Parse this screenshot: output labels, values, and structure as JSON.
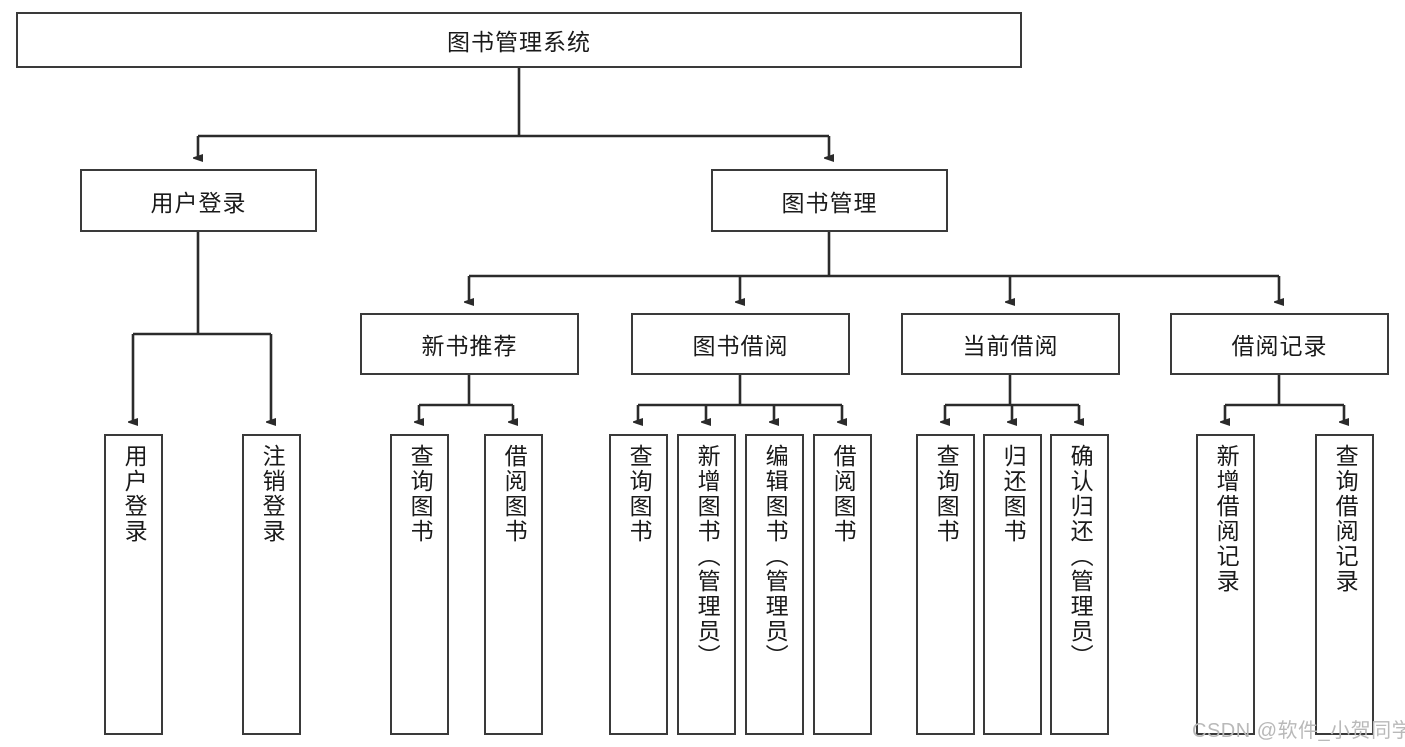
{
  "diagram": {
    "type": "tree",
    "title": "图书管理系统",
    "orientation": "top-down",
    "levels": 4,
    "root": {
      "id": "root",
      "label": "图书管理系统",
      "text_orientation": "horizontal"
    },
    "level2": [
      {
        "id": "user-login",
        "label": "用户登录",
        "text_orientation": "horizontal"
      },
      {
        "id": "book-management",
        "label": "图书管理",
        "text_orientation": "horizontal"
      }
    ],
    "level3": [
      {
        "id": "new-book-recommend",
        "label": "新书推荐",
        "parent": "book-management",
        "text_orientation": "horizontal"
      },
      {
        "id": "book-borrow",
        "label": "图书借阅",
        "parent": "book-management",
        "text_orientation": "horizontal"
      },
      {
        "id": "current-borrow",
        "label": "当前借阅",
        "parent": "book-management",
        "text_orientation": "horizontal"
      },
      {
        "id": "borrow-record",
        "label": "借阅记录",
        "parent": "book-management",
        "text_orientation": "horizontal"
      }
    ],
    "leaves": [
      {
        "id": "leaf-user-login",
        "label": "用户登录",
        "parent": "user-login",
        "text_orientation": "vertical"
      },
      {
        "id": "leaf-logout",
        "label": "注销登录",
        "parent": "user-login",
        "text_orientation": "vertical"
      },
      {
        "id": "leaf-query-book-1",
        "label": "查询图书",
        "parent": "new-book-recommend",
        "text_orientation": "vertical"
      },
      {
        "id": "leaf-borrow-book-1",
        "label": "借阅图书",
        "parent": "new-book-recommend",
        "text_orientation": "vertical"
      },
      {
        "id": "leaf-query-book-2",
        "label": "查询图书",
        "parent": "book-borrow",
        "text_orientation": "vertical"
      },
      {
        "id": "leaf-add-book",
        "label": "新增图书（管理员）",
        "parent": "book-borrow",
        "text_orientation": "vertical"
      },
      {
        "id": "leaf-edit-book",
        "label": "编辑图书（管理员）",
        "parent": "book-borrow",
        "text_orientation": "vertical"
      },
      {
        "id": "leaf-borrow-book-2",
        "label": "借阅图书",
        "parent": "book-borrow",
        "text_orientation": "vertical"
      },
      {
        "id": "leaf-query-book-3",
        "label": "查询图书",
        "parent": "current-borrow",
        "text_orientation": "vertical"
      },
      {
        "id": "leaf-return-book",
        "label": "归还图书",
        "parent": "current-borrow",
        "text_orientation": "vertical"
      },
      {
        "id": "leaf-confirm-return",
        "label": "确认归还（管理员）",
        "parent": "current-borrow",
        "text_orientation": "vertical"
      },
      {
        "id": "leaf-add-record",
        "label": "新增借阅记录",
        "parent": "borrow-record",
        "text_orientation": "vertical"
      },
      {
        "id": "leaf-query-record",
        "label": "查询借阅记录",
        "parent": "borrow-record",
        "text_orientation": "vertical"
      }
    ],
    "colors": {
      "box_border": "#3a3a3a",
      "box_fill": "#ffffff",
      "edge": "#2b2b2b",
      "text": "#1a1a1a",
      "watermark": "#b9b9b9",
      "background": "#ffffff"
    }
  },
  "watermark": {
    "text": "CSDN @软件_小贺同学"
  }
}
